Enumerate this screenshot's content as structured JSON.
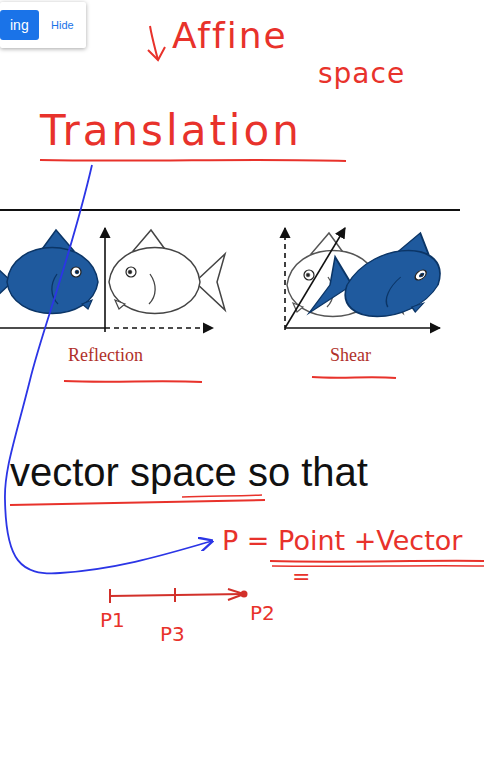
{
  "diagram": {
    "nodes": [
      {
        "text": [
          "Hide"
        ]
      },
      {
        "text": [
          "ing"
        ],
        "in": 0
      }
    ],
    "labels": [
      "Affine",
      "space",
      "Translation",
      "Reflection",
      "Shear",
      "vector space so that",
      "P = Point +Vector",
      "=",
      "P1",
      "P3",
      "P2"
    ]
  }
}
